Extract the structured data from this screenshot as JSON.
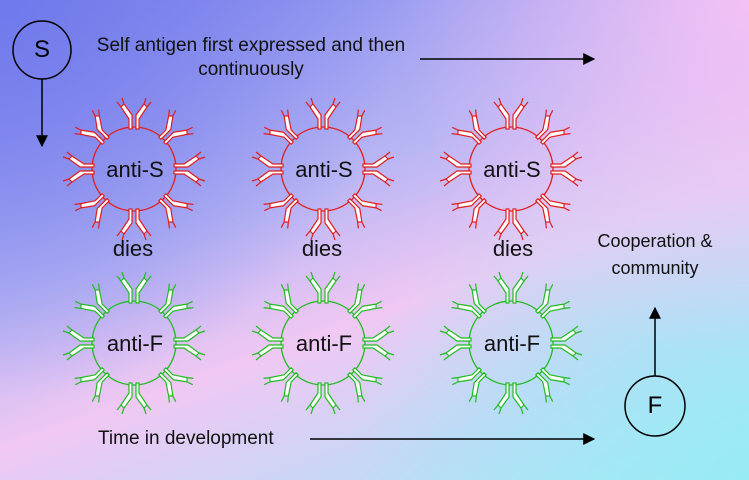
{
  "nodes": {
    "self": "S",
    "foreign": "F"
  },
  "top_caption": "Self antigen first expressed and then continuously",
  "bottom_caption": "Time in development",
  "side_caption": "Cooperation & community",
  "row_self": {
    "cell_label": "anti-S",
    "outcome": "dies",
    "color": "#e01e1e",
    "count": 3
  },
  "row_foreign": {
    "cell_label": "anti-F",
    "color": "#22bb22",
    "count": 3
  },
  "colors": {
    "line": "#000000",
    "receptor_fill": "#ffffff"
  }
}
